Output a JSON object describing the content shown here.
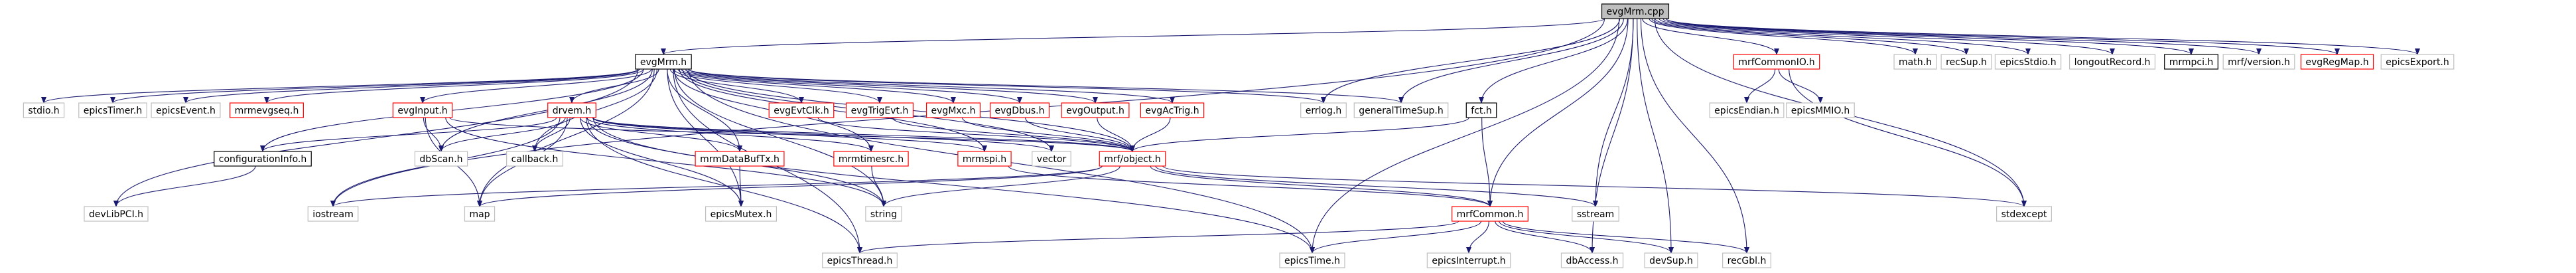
{
  "colors": {
    "edge": "#191970",
    "root_fill": "#bfbfbf",
    "root_border": "#000000",
    "local_border": "#000000",
    "link_border": "#ff0000",
    "external_border": "#bfbfbf"
  },
  "nodes": {
    "evgmrm_cpp": {
      "label": "evgMrm.cpp",
      "kind": "root"
    },
    "evgmrm_h": {
      "label": "evgMrm.h",
      "kind": "local"
    },
    "mrfcommonio_h": {
      "label": "mrfCommonIO.h",
      "kind": "link"
    },
    "math_h": {
      "label": "math.h",
      "kind": "external"
    },
    "recsup_h": {
      "label": "recSup.h",
      "kind": "external"
    },
    "epicsstdio_h": {
      "label": "epicsStdio.h",
      "kind": "external"
    },
    "longoutrecord_h": {
      "label": "longoutRecord.h",
      "kind": "external"
    },
    "mrmpci_h": {
      "label": "mrmpci.h",
      "kind": "local"
    },
    "mrfversion_h": {
      "label": "mrf/version.h",
      "kind": "external"
    },
    "evgregmap_h": {
      "label": "evgRegMap.h",
      "kind": "link"
    },
    "epicsexport_h": {
      "label": "epicsExport.h",
      "kind": "external"
    },
    "stdio_h": {
      "label": "stdio.h",
      "kind": "external"
    },
    "epicstimer_h": {
      "label": "epicsTimer.h",
      "kind": "external"
    },
    "epicsevent_h": {
      "label": "epicsEvent.h",
      "kind": "external"
    },
    "mrmevgseq_h": {
      "label": "mrmevgseq.h",
      "kind": "link"
    },
    "evginput_h": {
      "label": "evgInput.h",
      "kind": "link"
    },
    "drvem_h": {
      "label": "drvem.h",
      "kind": "link"
    },
    "evgevtclk_h": {
      "label": "evgEvtClk.h",
      "kind": "link"
    },
    "evgtrigevt_h": {
      "label": "evgTrigEvt.h",
      "kind": "link"
    },
    "evgmxc_h": {
      "label": "evgMxc.h",
      "kind": "link"
    },
    "evgdbus_h": {
      "label": "evgDbus.h",
      "kind": "link"
    },
    "evgoutput_h": {
      "label": "evgOutput.h",
      "kind": "link"
    },
    "evgactrig_h": {
      "label": "evgAcTrig.h",
      "kind": "link"
    },
    "errlog_h": {
      "label": "errlog.h",
      "kind": "external"
    },
    "generaltimesup_h": {
      "label": "generalTimeSup.h",
      "kind": "external"
    },
    "fct_h": {
      "label": "fct.h",
      "kind": "local"
    },
    "epicsendian_h": {
      "label": "epicsEndian.h",
      "kind": "external"
    },
    "epicsmmio_h": {
      "label": "epicsMMIO.h",
      "kind": "external"
    },
    "configurationinfo_h": {
      "label": "configurationInfo.h",
      "kind": "local"
    },
    "dbscan_h": {
      "label": "dbScan.h",
      "kind": "external"
    },
    "callback_h": {
      "label": "callback.h",
      "kind": "external"
    },
    "mrmdatabuftx_h": {
      "label": "mrmDataBufTx.h",
      "kind": "link"
    },
    "mrmtimesrc_h": {
      "label": "mrmtimesrc.h",
      "kind": "link"
    },
    "mrmspi_h": {
      "label": "mrmspi.h",
      "kind": "link"
    },
    "vector": {
      "label": "vector",
      "kind": "external"
    },
    "mrfobject_h": {
      "label": "mrf/object.h",
      "kind": "link"
    },
    "devlibpci_h": {
      "label": "devLibPCI.h",
      "kind": "external"
    },
    "iostream": {
      "label": "iostream",
      "kind": "external"
    },
    "map": {
      "label": "map",
      "kind": "external"
    },
    "epicsmutex_h": {
      "label": "epicsMutex.h",
      "kind": "external"
    },
    "string": {
      "label": "string",
      "kind": "external"
    },
    "mrfcommon_h": {
      "label": "mrfCommon.h",
      "kind": "link"
    },
    "sstream": {
      "label": "sstream",
      "kind": "external"
    },
    "stdexcept": {
      "label": "stdexcept",
      "kind": "external"
    },
    "epicsthread_h": {
      "label": "epicsThread.h",
      "kind": "external"
    },
    "epicstime_h": {
      "label": "epicsTime.h",
      "kind": "external"
    },
    "epicsinterrupt_h": {
      "label": "epicsInterrupt.h",
      "kind": "external"
    },
    "dbaccess_h": {
      "label": "dbAccess.h",
      "kind": "external"
    },
    "devsup_h": {
      "label": "devSup.h",
      "kind": "external"
    },
    "recgbl_h": {
      "label": "recGbl.h",
      "kind": "external"
    }
  },
  "edges": [
    [
      "evgmrm_cpp",
      "evgmrm_h"
    ],
    [
      "evgmrm_cpp",
      "mrfcommonio_h"
    ],
    [
      "evgmrm_cpp",
      "math_h"
    ],
    [
      "evgmrm_cpp",
      "recsup_h"
    ],
    [
      "evgmrm_cpp",
      "epicsstdio_h"
    ],
    [
      "evgmrm_cpp",
      "longoutrecord_h"
    ],
    [
      "evgmrm_cpp",
      "mrmpci_h"
    ],
    [
      "evgmrm_cpp",
      "mrfversion_h"
    ],
    [
      "evgmrm_cpp",
      "evgregmap_h"
    ],
    [
      "evgmrm_cpp",
      "epicsexport_h"
    ],
    [
      "evgmrm_cpp",
      "errlog_h"
    ],
    [
      "evgmrm_cpp",
      "generaltimesup_h"
    ],
    [
      "evgmrm_cpp",
      "fct_h"
    ],
    [
      "evgmrm_cpp",
      "mrfcommon_h"
    ],
    [
      "evgmrm_cpp",
      "sstream"
    ],
    [
      "evgmrm_cpp",
      "stdexcept"
    ],
    [
      "evgmrm_cpp",
      "epicstime_h"
    ],
    [
      "evgmrm_cpp",
      "dbaccess_h"
    ],
    [
      "evgmrm_cpp",
      "devsup_h"
    ],
    [
      "evgmrm_cpp",
      "recgbl_h"
    ],
    [
      "evgmrm_cpp",
      "iostream"
    ],
    [
      "evgmrm_h",
      "stdio_h"
    ],
    [
      "evgmrm_h",
      "epicstimer_h"
    ],
    [
      "evgmrm_h",
      "epicsevent_h"
    ],
    [
      "evgmrm_h",
      "mrmevgseq_h"
    ],
    [
      "evgmrm_h",
      "evginput_h"
    ],
    [
      "evgmrm_h",
      "drvem_h"
    ],
    [
      "evgmrm_h",
      "evgevtclk_h"
    ],
    [
      "evgmrm_h",
      "evgtrigevt_h"
    ],
    [
      "evgmrm_h",
      "evgmxc_h"
    ],
    [
      "evgmrm_h",
      "evgdbus_h"
    ],
    [
      "evgmrm_h",
      "evgoutput_h"
    ],
    [
      "evgmrm_h",
      "evgactrig_h"
    ],
    [
      "evgmrm_h",
      "errlog_h"
    ],
    [
      "evgmrm_h",
      "generaltimesup_h"
    ],
    [
      "evgmrm_h",
      "configurationinfo_h"
    ],
    [
      "evgmrm_h",
      "dbscan_h"
    ],
    [
      "evgmrm_h",
      "callback_h"
    ],
    [
      "evgmrm_h",
      "mrmdatabuftx_h"
    ],
    [
      "evgmrm_h",
      "mrmtimesrc_h"
    ],
    [
      "evgmrm_h",
      "mrmspi_h"
    ],
    [
      "evgmrm_h",
      "vector"
    ],
    [
      "evgmrm_h",
      "mrfobject_h"
    ],
    [
      "evgmrm_h",
      "devlibpci_h"
    ],
    [
      "evgmrm_h",
      "map"
    ],
    [
      "evgmrm_h",
      "epicsmutex_h"
    ],
    [
      "evgmrm_h",
      "string"
    ],
    [
      "evgmrm_h",
      "epicsthread_h"
    ],
    [
      "evgmrm_h",
      "epicstime_h"
    ],
    [
      "mrfcommonio_h",
      "epicsendian_h"
    ],
    [
      "mrfcommonio_h",
      "epicsmmio_h"
    ],
    [
      "mrfcommonio_h",
      "stdexcept"
    ],
    [
      "fct_h",
      "mrfobject_h"
    ],
    [
      "fct_h",
      "mrfcommon_h"
    ],
    [
      "evginput_h",
      "mrfobject_h"
    ],
    [
      "evginput_h",
      "dbscan_h"
    ],
    [
      "evginput_h",
      "map"
    ],
    [
      "evginput_h",
      "string"
    ],
    [
      "drvem_h",
      "mrfobject_h"
    ],
    [
      "drvem_h",
      "configurationinfo_h"
    ],
    [
      "drvem_h",
      "dbscan_h"
    ],
    [
      "drvem_h",
      "callback_h"
    ],
    [
      "drvem_h",
      "mrmdatabuftx_h"
    ],
    [
      "drvem_h",
      "mrmtimesrc_h"
    ],
    [
      "drvem_h",
      "mrmspi_h"
    ],
    [
      "drvem_h",
      "vector"
    ],
    [
      "drvem_h",
      "map"
    ],
    [
      "drvem_h",
      "iostream"
    ],
    [
      "drvem_h",
      "epicsmutex_h"
    ],
    [
      "drvem_h",
      "string"
    ],
    [
      "drvem_h",
      "epicsthread_h"
    ],
    [
      "drvem_h",
      "epicstime_h"
    ],
    [
      "evgevtclk_h",
      "mrfobject_h"
    ],
    [
      "evgtrigevt_h",
      "mrfobject_h"
    ],
    [
      "evgmxc_h",
      "mrfobject_h"
    ],
    [
      "evgdbus_h",
      "mrfobject_h"
    ],
    [
      "evgoutput_h",
      "mrfobject_h"
    ],
    [
      "evgactrig_h",
      "mrfobject_h"
    ],
    [
      "configurationinfo_h",
      "devlibpci_h"
    ],
    [
      "mrmdatabuftx_h",
      "epicsmutex_h"
    ],
    [
      "mrmtimesrc_h",
      "string"
    ],
    [
      "mrmspi_h",
      "mrfcommon_h"
    ],
    [
      "mrfobject_h",
      "map"
    ],
    [
      "mrfobject_h",
      "string"
    ],
    [
      "mrfobject_h",
      "mrfcommon_h"
    ],
    [
      "mrfobject_h",
      "sstream"
    ],
    [
      "mrfobject_h",
      "stdexcept"
    ],
    [
      "mrfobject_h",
      "iostream"
    ],
    [
      "mrfcommon_h",
      "epicsthread_h"
    ],
    [
      "mrfcommon_h",
      "epicstime_h"
    ],
    [
      "mrfcommon_h",
      "epicsinterrupt_h"
    ],
    [
      "mrfcommon_h",
      "dbaccess_h"
    ],
    [
      "mrfcommon_h",
      "devsup_h"
    ],
    [
      "mrfcommon_h",
      "recgbl_h"
    ]
  ]
}
